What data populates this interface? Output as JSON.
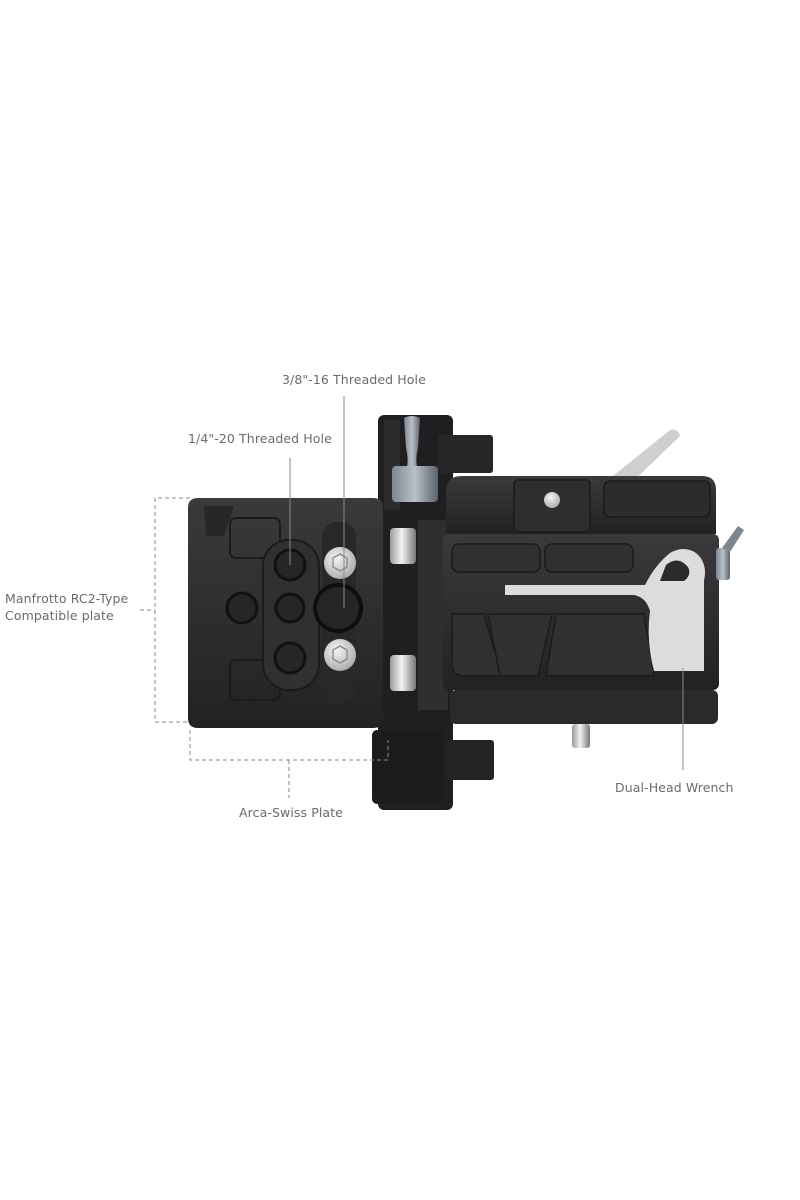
{
  "callouts": {
    "threaded_hole_3_8": "3/8\"-16 Threaded Hole",
    "threaded_hole_1_4": "1/4\"-20 Threaded Hole",
    "manfrotto_line1": "Manfrotto RC2-Type",
    "manfrotto_line2": "Compatible plate",
    "arca_swiss": "Arca-Swiss Plate",
    "dual_head_wrench": "Dual-Head Wrench"
  },
  "colors": {
    "background": "#ffffff",
    "label_text": "#6b6b6b",
    "leader_line": "#8a8a8a",
    "body_dark": "#2b2b2d",
    "wrench_silver": "#d9d9d9"
  }
}
